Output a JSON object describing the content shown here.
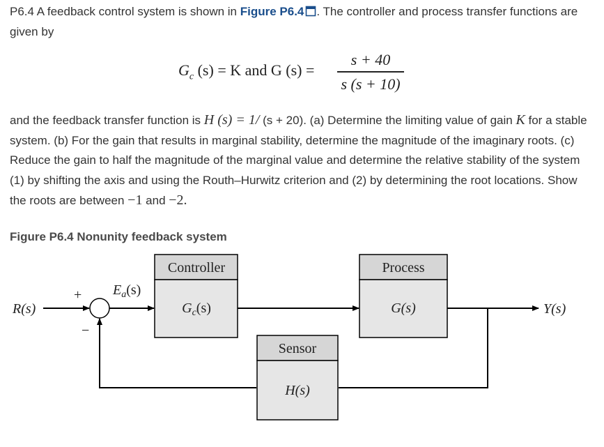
{
  "problem": {
    "intro_prefix": "P6.4 A feedback control system is shown in ",
    "figure_link": "Figure P6.4",
    "intro_suffix": ". The controller and process transfer functions are given by",
    "equation": {
      "lhs_gc": "G",
      "lhs_gc_sub": "c",
      "lhs_mid": "(s) = K and G (s) =",
      "numerator": "s + 40",
      "denominator": "s (s + 10)"
    },
    "body_part1": "and the feedback transfer function is ",
    "h_expr": "H (s) = 1/",
    "body_part2": " (s + 20). (a) Determine the limiting value of gain ",
    "gain_symbol": "K",
    "body_part3": " for a stable system. (b) For the gain that results in marginal stability, determine the magnitude of the imaginary roots. (c) Reduce the gain to half the magnitude of the marginal value and determine the relative stability of the system (1) by shifting the axis and using the Routh–Hurwitz criterion and (2) by determining the root locations. Show the roots are between ",
    "root_a": "−1",
    "and_text": " and ",
    "root_b": "−2",
    "end_period": "."
  },
  "figure": {
    "caption": "Figure P6.4 Nonunity feedback system",
    "controller_label": "Controller",
    "controller_tf": "G",
    "controller_tf_sub": "c",
    "controller_tf_end": "(s)",
    "process_label": "Process",
    "process_tf": "G(s)",
    "sensor_label": "Sensor",
    "sensor_tf": "H(s)",
    "input_label": "R(s)",
    "output_label": "Y(s)",
    "error_label": "E",
    "error_sub": "a",
    "error_end": "(s)",
    "plus_sign": "+",
    "minus_sign": "−"
  },
  "colors": {
    "block_header": "#d6d6d6",
    "block_body": "#e6e6e6",
    "link": "#1a4e8c"
  }
}
